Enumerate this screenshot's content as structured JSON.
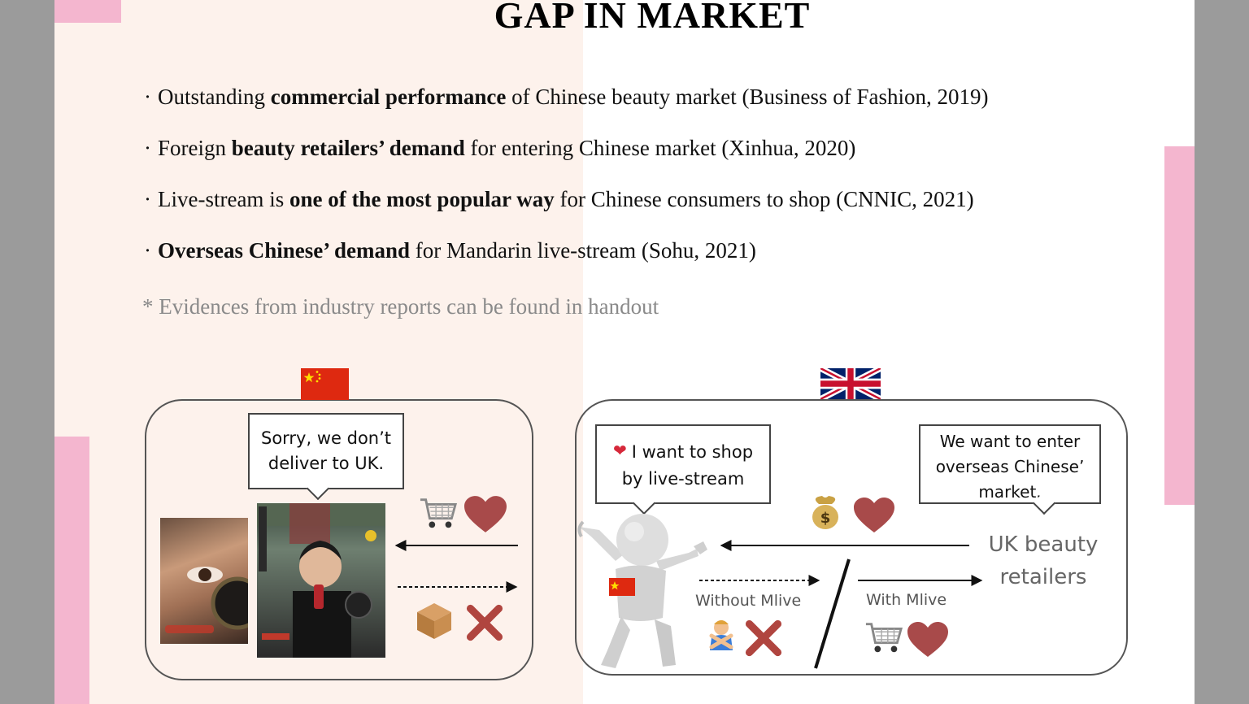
{
  "slide": {
    "title": "GAP IN MARKET",
    "bullets": [
      {
        "pre": "Outstanding ",
        "bold": "commercial performance",
        "post": " of Chinese beauty market (Business of Fashion, 2019)"
      },
      {
        "pre": "Foreign ",
        "bold": "beauty retailers’ demand",
        "post": " for entering Chinese market (Xinhua, 2020)"
      },
      {
        "pre": "Live-stream is ",
        "bold": "one of the most popular way",
        "post": " for Chinese consumers to shop (CNNIC, 2021)"
      },
      {
        "pre": "",
        "bold": "Overseas Chinese’ demand",
        "post": " for Mandarin live-stream (Sohu, 2021)"
      }
    ],
    "bullet_marker": "·",
    "note": "* Evidences from industry reports can be found in handout"
  },
  "china_panel": {
    "bubble_line1": "Sorry, we don’t",
    "bubble_line2": "deliver to UK."
  },
  "uk_panel": {
    "shopper_line1": "I want to shop",
    "shopper_line2": "by live-stream",
    "retailer_line1": "We want to enter",
    "retailer_line2": "overseas Chinese’",
    "retailer_line3": "market.",
    "retailers_line1": "UK beauty",
    "retailers_line2": "retailers",
    "without_label": "Without Mlive",
    "with_label": "With Mlive"
  },
  "icons": [
    "cart-icon",
    "heart-icon",
    "box-icon",
    "cross-icon",
    "money-bag-icon",
    "broken-heart-icon",
    "no-gesture-icon",
    "china-flag",
    "uk-flag"
  ],
  "colors": {
    "accent_pink": "#f4b6cf",
    "heart": "#a84a4a",
    "cross": "#b0453f",
    "china_red": "#de2910",
    "uk_blue": "#012169"
  }
}
